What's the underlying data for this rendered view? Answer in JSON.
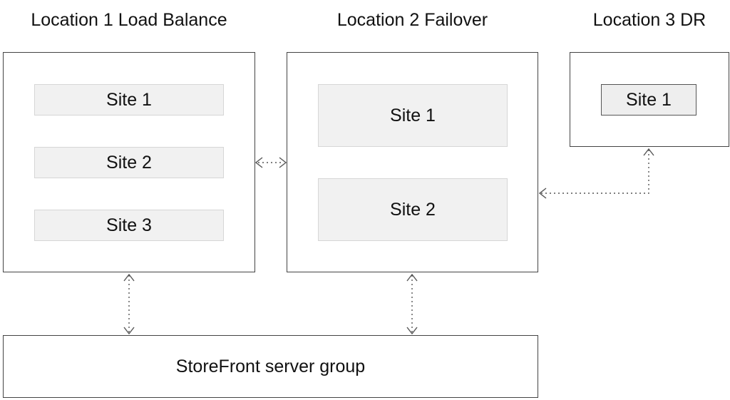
{
  "locations": [
    {
      "heading": "Location 1 Load Balance",
      "sites": [
        "Site 1",
        "Site 2",
        "Site 3"
      ]
    },
    {
      "heading": "Location 2 Failover",
      "sites": [
        "Site 1",
        "Site 2"
      ]
    },
    {
      "heading": "Location 3 DR",
      "sites": [
        "Site 1"
      ]
    }
  ],
  "storefront": {
    "label": "StoreFront server group"
  },
  "connectors": [
    {
      "from": "Location 1 Load Balance",
      "to": "Location 2 Failover",
      "style": "dotted",
      "ends": "crow-foot-both"
    },
    {
      "from": "Location 3 DR",
      "to": "Location 2 Failover",
      "style": "dotted",
      "ends": "crow-foot-both"
    },
    {
      "from": "Location 1 Load Balance",
      "to": "StoreFront server group",
      "style": "dotted",
      "ends": "crow-foot-both"
    },
    {
      "from": "Location 2 Failover",
      "to": "StoreFront server group",
      "style": "dotted",
      "ends": "crow-foot-both"
    }
  ],
  "colors": {
    "box_border": "#444444",
    "site_fill": "#f1f1f1",
    "site_border": "#d6d6d6",
    "connector": "#555555"
  }
}
